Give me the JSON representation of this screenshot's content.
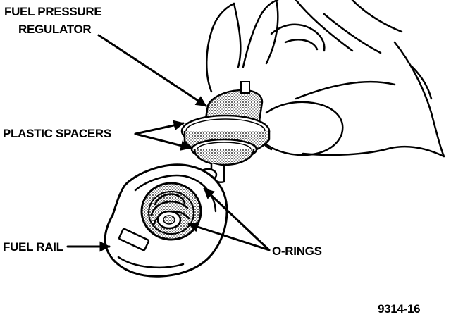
{
  "labels": {
    "fuel_pressure_regulator_line1": "FUEL PRESSURE",
    "fuel_pressure_regulator_line2": "REGULATOR",
    "plastic_spacers": "PLASTIC SPACERS",
    "fuel_rail": "FUEL RAIL",
    "o_rings": "O-RINGS"
  },
  "figure_number": "9314-16"
}
